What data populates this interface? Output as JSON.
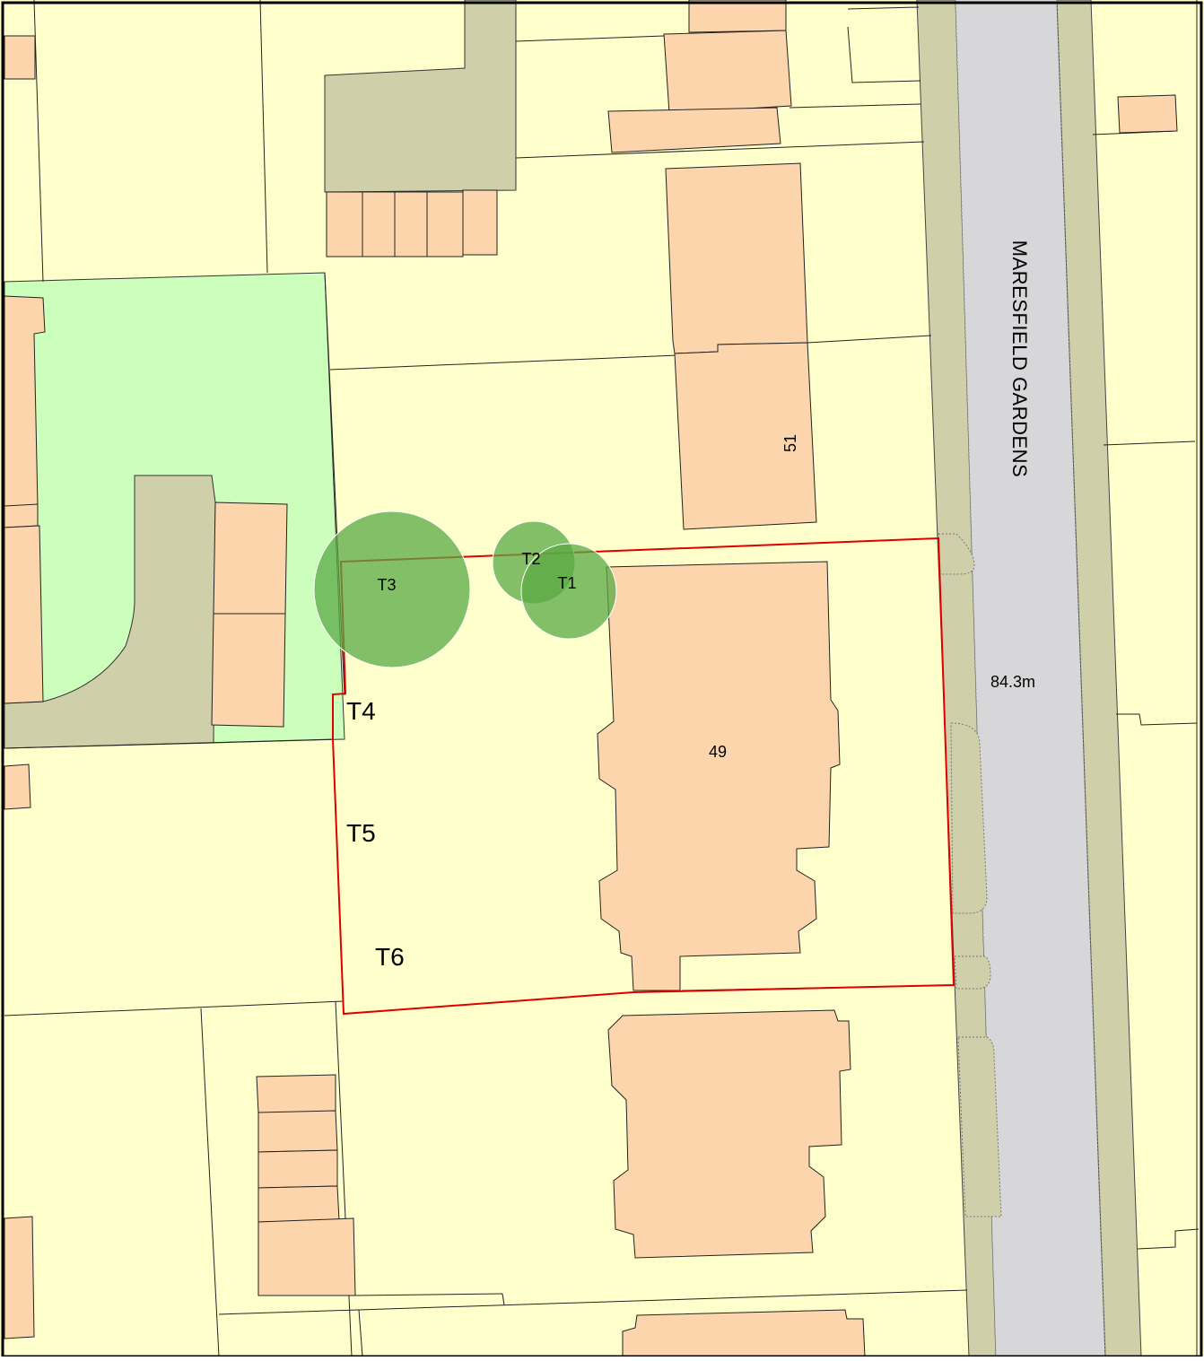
{
  "map": {
    "road_name": "MARESFIELD GARDENS",
    "spot_height": "84.3m",
    "house_numbers": {
      "upper": "51",
      "site": "49"
    },
    "trees": [
      {
        "label": "T1"
      },
      {
        "label": "T2"
      },
      {
        "label": "T3"
      },
      {
        "label": "T4"
      },
      {
        "label": "T5"
      },
      {
        "label": "T6"
      }
    ],
    "colors": {
      "land": "#ffffcc",
      "building": "#fcd5ac",
      "green_space": "#ccffbb",
      "paved": "#cfd0aa",
      "road": "#d7d7d9",
      "canopy": "#5aaa44",
      "site_boundary": "#e00000",
      "line": "#222222"
    }
  }
}
